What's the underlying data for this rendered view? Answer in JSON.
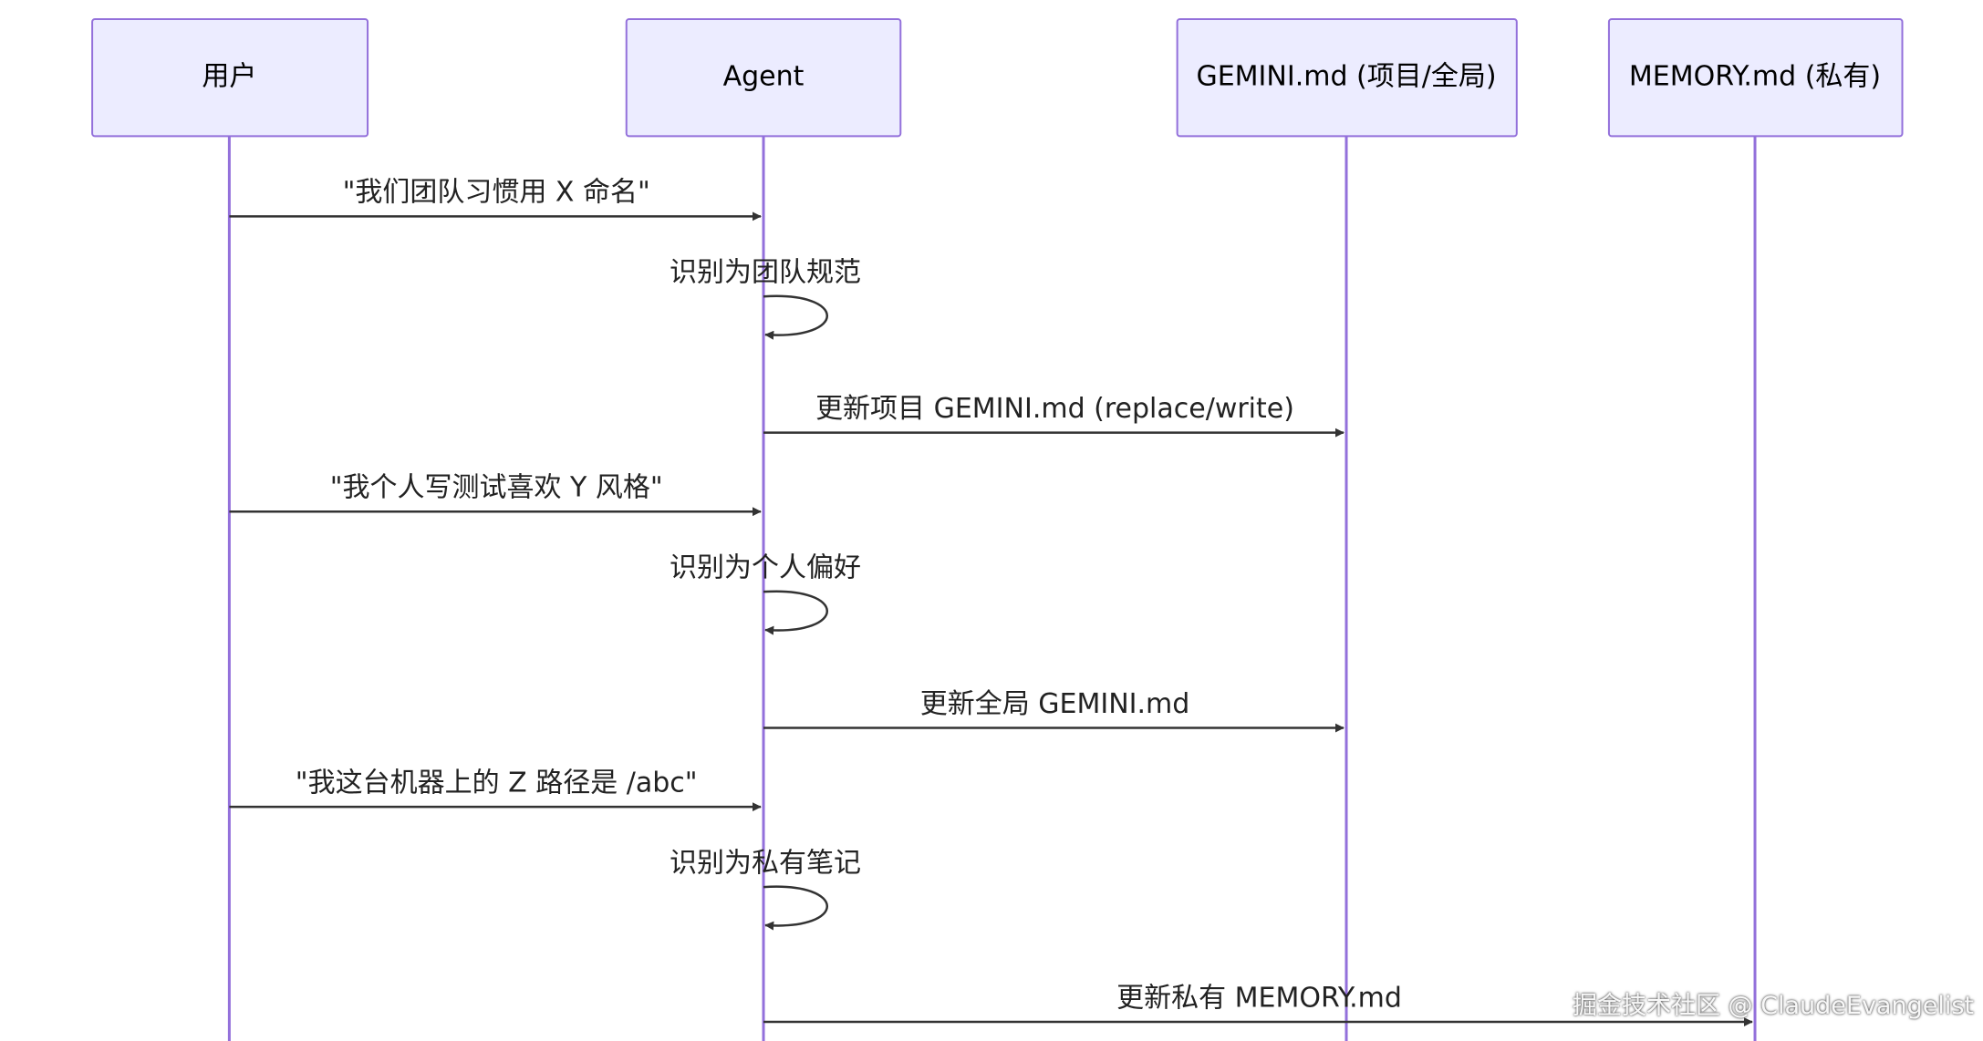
{
  "participants": [
    {
      "id": "user",
      "label": "用户"
    },
    {
      "id": "agent",
      "label": "Agent"
    },
    {
      "id": "gemini",
      "label": "GEMINI.md (项目/全局)"
    },
    {
      "id": "memory",
      "label": "MEMORY.md (私有)"
    }
  ],
  "messages": [
    {
      "from": "user",
      "to": "agent",
      "text": "\"我们团队习惯用 X 命名\""
    },
    {
      "from": "agent",
      "to": "agent",
      "text": "识别为团队规范"
    },
    {
      "from": "agent",
      "to": "gemini",
      "text": "更新项目 GEMINI.md (replace/write)"
    },
    {
      "from": "user",
      "to": "agent",
      "text": "\"我个人写测试喜欢 Y 风格\""
    },
    {
      "from": "agent",
      "to": "agent",
      "text": "识别为个人偏好"
    },
    {
      "from": "agent",
      "to": "gemini",
      "text": "更新全局 GEMINI.md"
    },
    {
      "from": "user",
      "to": "agent",
      "text": "\"我这台机器上的 Z 路径是 /abc\""
    },
    {
      "from": "agent",
      "to": "agent",
      "text": "识别为私有笔记"
    },
    {
      "from": "agent",
      "to": "memory",
      "text": "更新私有 MEMORY.md"
    }
  ],
  "watermark": "掘金技术社区 @ ClaudeEvangelist",
  "colors": {
    "actor_fill": "#ECECFF",
    "actor_stroke": "#9370DB",
    "lifeline": "#9370DB",
    "message_line": "#333333"
  }
}
